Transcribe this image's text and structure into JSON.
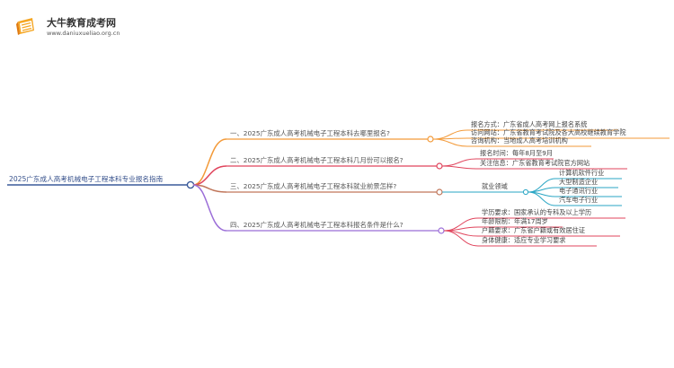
{
  "site": {
    "title": "大牛教育成考网",
    "url": "www.daniuxueliao.org.cn"
  },
  "colors": {
    "root": "#3a5a9a",
    "branch1": "#f39a39",
    "branch2": "#e0445c",
    "branch3": "#2aa6c4",
    "branch4": "#9b6ed8"
  },
  "mindmap": {
    "root": "2025广东成人高考机械电子工程本科专业报名指南",
    "branches": [
      {
        "label": "一、2025广东成人高考机械电子工程本科去哪里报名?",
        "items": [
          "报名方式：广东省成人高考网上报名系统",
          "访问网站：广东省教育考试院及各大高校继续教育学院",
          "咨询机构：当地成人高考培训机构"
        ]
      },
      {
        "label": "二、2025广东成人高考机械电子工程本科几月份可以报名?",
        "items": [
          "报名时间：每年8月至9月",
          "关注信息：广东省教育考试院官方网站"
        ]
      },
      {
        "label": "三、2025广东成人高考机械电子工程本科就业前景怎样?",
        "items": [
          "就业领域"
        ],
        "subitems": [
          "计算机软件行业",
          "大型制造企业",
          "电子通讯行业",
          "汽车电子行业"
        ]
      },
      {
        "label": "四、2025广东成人高考机械电子工程本科报名条件是什么?",
        "items": [
          "学历要求：国家承认的专科及以上学历",
          "年龄限制：年满17周岁",
          "户籍要求：广东省户籍或有效居住证",
          "身体健康：适应专业学习要求"
        ]
      }
    ]
  }
}
